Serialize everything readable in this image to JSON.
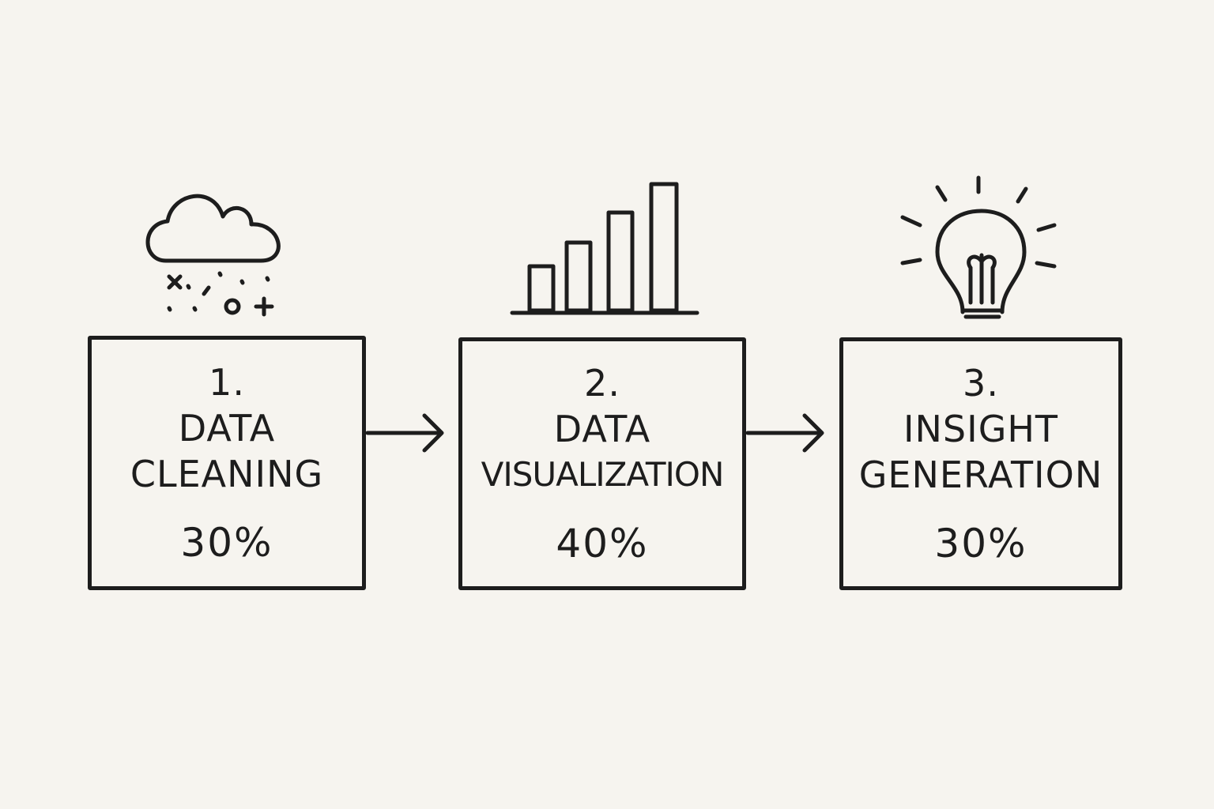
{
  "steps": [
    {
      "number": "1.",
      "title_lines": [
        "DATA",
        "CLEANING"
      ],
      "percent": "30%",
      "icon": "cloud-data-icon"
    },
    {
      "number": "2.",
      "title_lines": [
        "DATA",
        "VISUALIZATION"
      ],
      "percent": "40%",
      "icon": "bar-chart-icon"
    },
    {
      "number": "3.",
      "title_lines": [
        "INSIGHT",
        "GENERATION"
      ],
      "percent": "30%",
      "icon": "lightbulb-icon"
    }
  ],
  "colors": {
    "background": "#f6f4ef",
    "ink": "#1d1d1d"
  }
}
